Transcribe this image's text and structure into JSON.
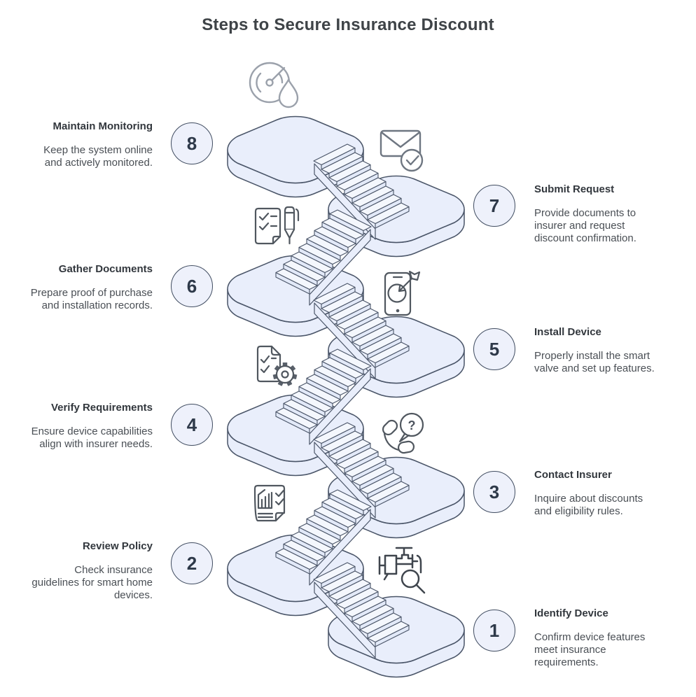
{
  "title": "Steps to Secure Insurance Discount",
  "colors": {
    "platform_fill": "#e9eefb",
    "outline": "#4a5568",
    "badge_fill": "#eef1fb",
    "badge_border": "#414d61",
    "title_text": "#3e4347",
    "body_text": "#4a4f55"
  },
  "steps": [
    {
      "number": "1",
      "title": "Identify Device",
      "description": "Confirm device features\nmeet insurance\nrequirements.",
      "side": "right",
      "icon": "valve-search-icon"
    },
    {
      "number": "2",
      "title": "Review Policy",
      "description": "Check insurance\nguidelines for smart home\ndevices.",
      "side": "left",
      "icon": "document-chart-icon"
    },
    {
      "number": "3",
      "title": "Contact Insurer",
      "description": "Inquire about discounts\nand eligibility rules.",
      "side": "right",
      "icon": "phone-question-icon"
    },
    {
      "number": "4",
      "title": "Verify Requirements",
      "description": "Ensure device capabilities\nalign with insurer needs.",
      "side": "left",
      "icon": "document-gear-icon"
    },
    {
      "number": "5",
      "title": "Install Device",
      "description": "Properly install the smart\nvalve and set up features.",
      "side": "right",
      "icon": "phone-dart-icon"
    },
    {
      "number": "6",
      "title": "Gather Documents",
      "description": "Prepare proof of purchase\nand installation records.",
      "side": "left",
      "icon": "checklist-pen-icon"
    },
    {
      "number": "7",
      "title": "Submit Request",
      "description": "Provide documents to\ninsurer and request\ndiscount confirmation.",
      "side": "right",
      "icon": "envelope-check-icon"
    },
    {
      "number": "8",
      "title": "Maintain Monitoring",
      "description": "Keep the system online\nand actively monitored.",
      "side": "left",
      "icon": "water-gauge-icon"
    }
  ]
}
